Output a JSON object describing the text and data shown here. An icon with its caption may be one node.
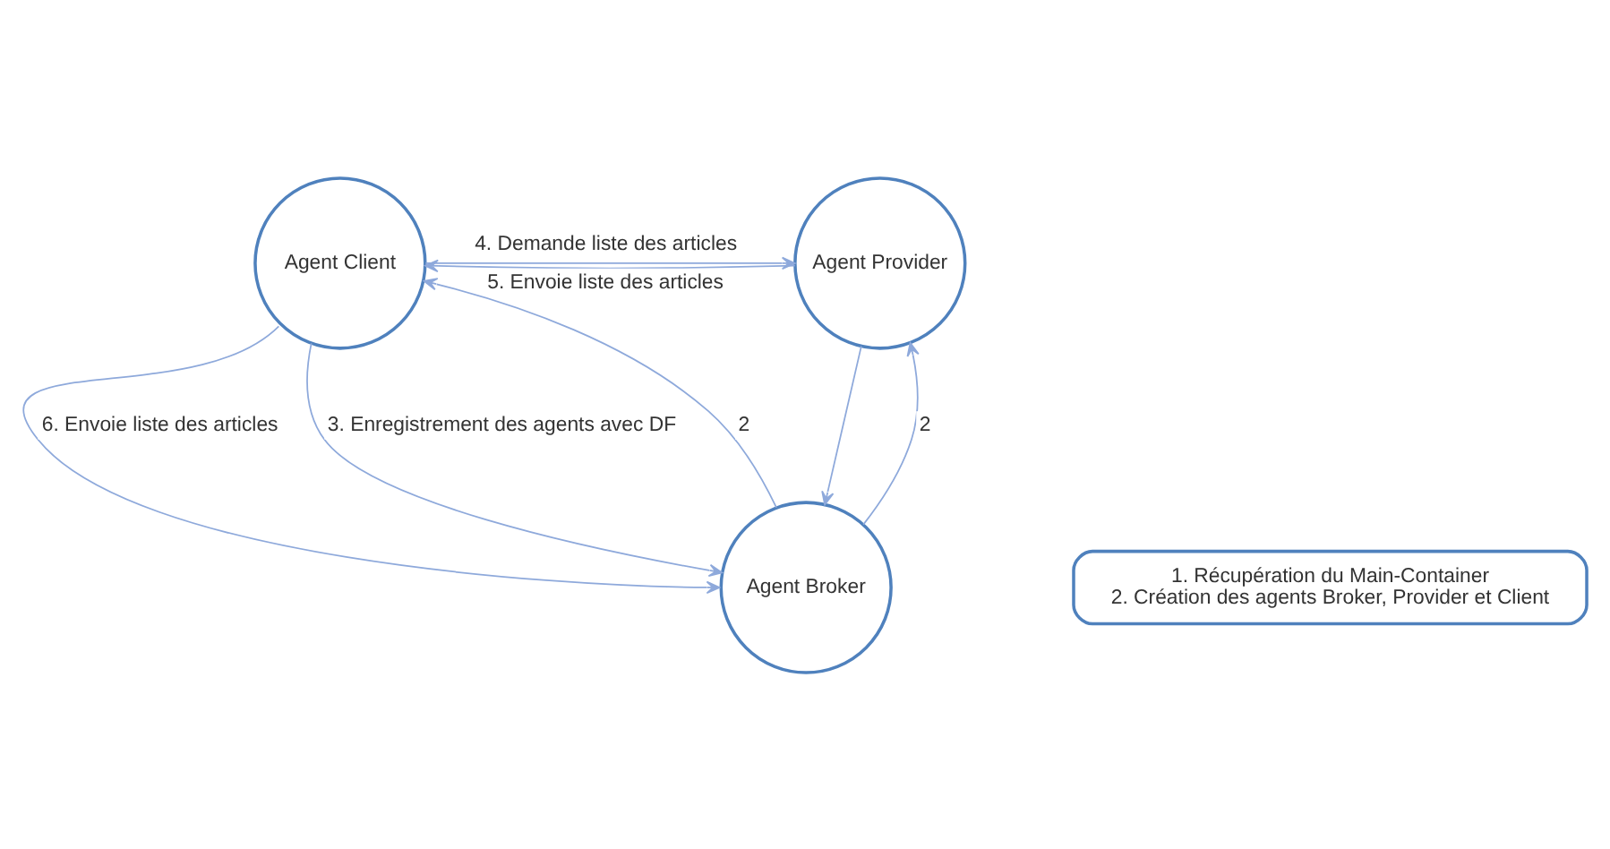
{
  "diagram": {
    "nodes": [
      {
        "text": [
          "Agent Client"
        ]
      },
      {
        "text": [
          "Agent Provider"
        ]
      },
      {
        "text": [
          "Agent Broker"
        ]
      },
      {
        "text": [
          "1. Récupération du Main-Container",
          "2. Création des agents Broker, Provider et Client"
        ]
      }
    ],
    "edges": [
      {
        "from": 0,
        "to": 1,
        "arrow": "to",
        "label": "4. Demande liste des articles"
      },
      {
        "from": 1,
        "to": 0,
        "arrow": "to",
        "label": "5. Envoie liste des articles"
      },
      {
        "from": 0,
        "to": 2,
        "arrow": "to",
        "label": "3. Enregistrement des agents avec DF"
      },
      {
        "from": 1,
        "to": 2,
        "arrow": "to"
      },
      {
        "from": 2,
        "to": 0,
        "arrow": "to",
        "label": "2"
      },
      {
        "from": 2,
        "to": 1,
        "arrow": "to",
        "label": "2"
      },
      {
        "from": 0,
        "to": 2,
        "arrow": "to",
        "label": "6. Envoie liste des articles"
      }
    ]
  }
}
